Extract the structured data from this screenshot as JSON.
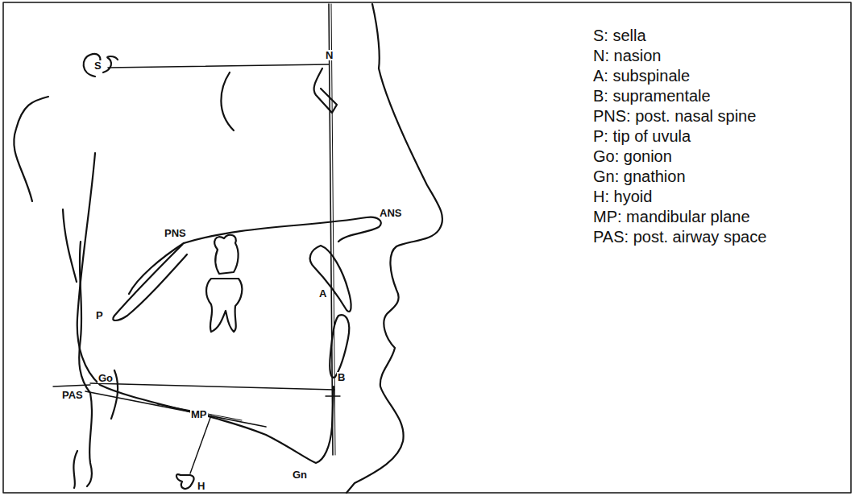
{
  "diagram": {
    "labels": [
      "S",
      "N",
      "A",
      "B",
      "ANS",
      "PNS",
      "P",
      "Go",
      "Gn",
      "H",
      "MP",
      "PAS",
      "S: sella",
      "N: nasion",
      "A: subspinale",
      "B: supramentale",
      "PNS: post. nasal spine",
      "P: tip of uvula",
      "Go: gonion",
      "Gn: gnathion",
      "H: hyoid",
      "MP: mandibular plane",
      "PAS: post. airway space"
    ]
  }
}
